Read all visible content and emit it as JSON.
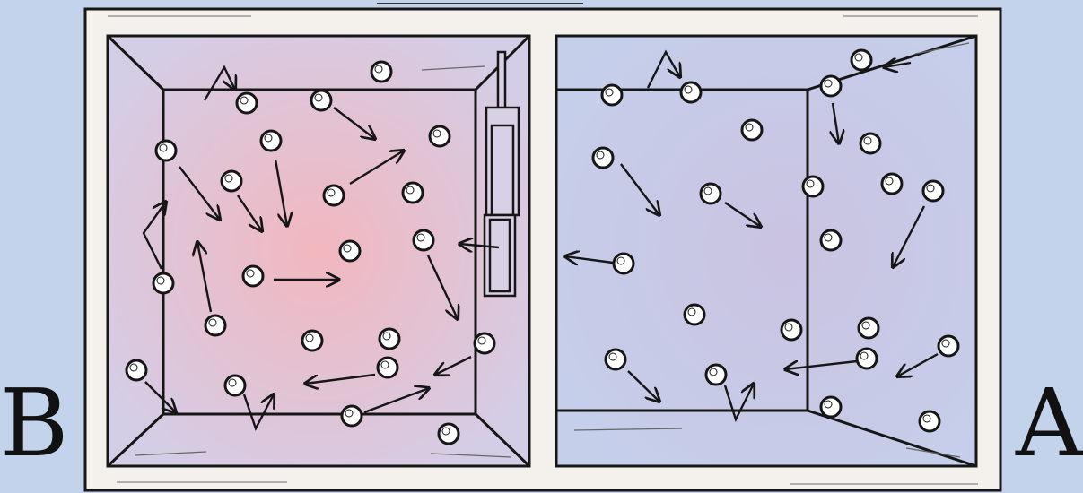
{
  "labels": {
    "left_chamber": "B",
    "right_chamber": "A"
  },
  "colors": {
    "background": "#c4d3ec",
    "warm_glow": "#f2b7bf",
    "cool_glow": "#cac3e2",
    "box_frame": "#f4f1ec",
    "ink": "#161616"
  },
  "chambers": [
    {
      "name": "B",
      "temperature": "hot"
    },
    {
      "name": "A",
      "temperature": "cold"
    }
  ]
}
